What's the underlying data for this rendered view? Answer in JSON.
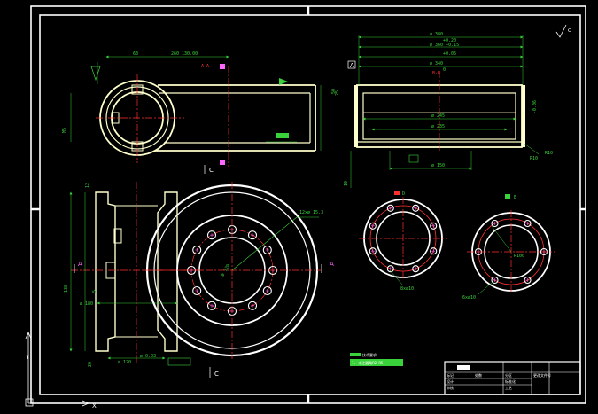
{
  "colors": {
    "background": "#000000",
    "outline": "#ffffff",
    "part": "#ffffcc",
    "dimension": "#3ad23a",
    "centerline": "#ff3030",
    "section": "#ff3030",
    "hole": "#ff66ff"
  },
  "views": {
    "view_a_a": {
      "section_label": "A-A",
      "dims": [
        "63",
        "260 130.00",
        "M5",
        "50"
      ],
      "view_marker": "C"
    },
    "view_b_b": {
      "section_label": "B-B",
      "dims": [
        "ø 380",
        "+0.20",
        "ø 360 +0.15",
        "+0.06",
        "ø 340",
        "0",
        "ø 245",
        "ø 235",
        "ø 150",
        "R10",
        "R10",
        "-0.06",
        "25",
        "10"
      ],
      "datum": "A"
    },
    "front_section": {
      "dims": [
        "12",
        "ø 180",
        "ø 120",
        "ø 0.03",
        "5",
        "20",
        "138"
      ],
      "section_markers": [
        "A",
        "A",
        "C"
      ]
    },
    "flange_view": {
      "hole_callout": "12xø 15.3",
      "dims": [
        "ø 120"
      ]
    },
    "view_d": {
      "marker": "D",
      "callout": "8xø10"
    },
    "view_e": {
      "marker": "E",
      "dims": [
        "R100"
      ],
      "callout": "6xø10"
    }
  },
  "notes": [
    "技术要求",
    "1. 未注圆角R2-R5"
  ],
  "title_block": {
    "rows": [
      [
        "标记",
        "处数",
        "分区",
        "更改文件号"
      ],
      [
        "设计",
        "",
        "标准化",
        ""
      ],
      [
        "审核",
        "",
        "工艺",
        ""
      ]
    ]
  },
  "ucs_icon": {
    "x_label": "X",
    "y_label": "Y"
  }
}
